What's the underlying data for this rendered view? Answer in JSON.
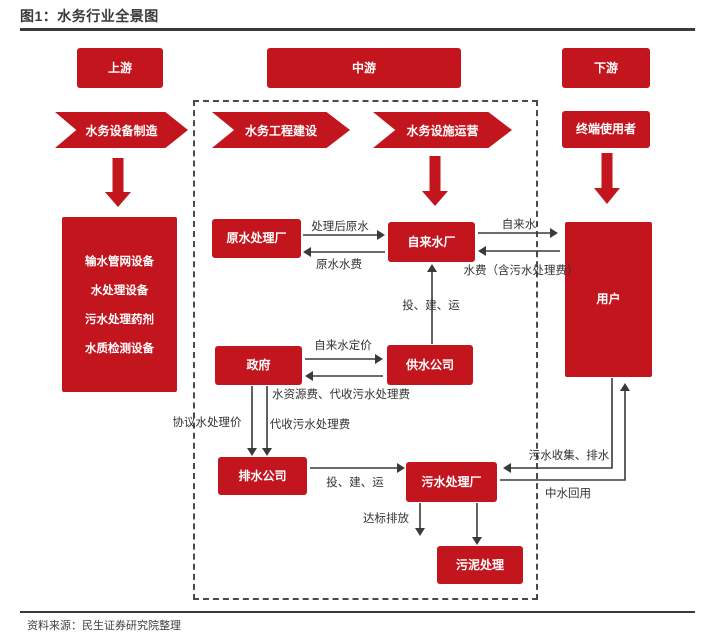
{
  "title": "图1：水务行业全景图",
  "source": "资料来源：民生证券研究院整理",
  "headers": {
    "upstream": "上游",
    "midstream": "中游",
    "downstream": "下游"
  },
  "stages": {
    "equipment": "水务设备制造",
    "construction": "水务工程建设",
    "operation": "水务设施运营",
    "end_user": "终端使用者"
  },
  "nodes": {
    "equipment_list": [
      "输水管网设备",
      "水处理设备",
      "污水处理药剂",
      "水质检测设备"
    ],
    "raw_water_plant": "原水处理厂",
    "tap_water_plant": "自来水厂",
    "government": "政府",
    "water_supply_co": "供水公司",
    "drainage_co": "排水公司",
    "sewage_plant": "污水处理厂",
    "sludge_treatment": "污泥处理",
    "users": "用户"
  },
  "edge_labels": {
    "treated_raw_water": "处理后原水",
    "raw_water_fee": "原水水费",
    "tap_water": "自来水",
    "water_fee": "水费（含污水处理费）",
    "invest_build_operate_supply": "投、建、运",
    "tap_water_pricing": "自来水定价",
    "water_resource_fee": "水资源费、代收污水处理费",
    "agreement_treatment_price": "协议水处理价",
    "collected_sewage_fee": "代收污水处理费",
    "invest_build_operate_drainage": "投、建、运",
    "compliant_discharge": "达标排放",
    "sewage_collection": "污水收集、排水",
    "reclaimed_water": "中水回用"
  },
  "colors": {
    "brand_red": "#c2151e",
    "line": "#3a3a3a"
  }
}
